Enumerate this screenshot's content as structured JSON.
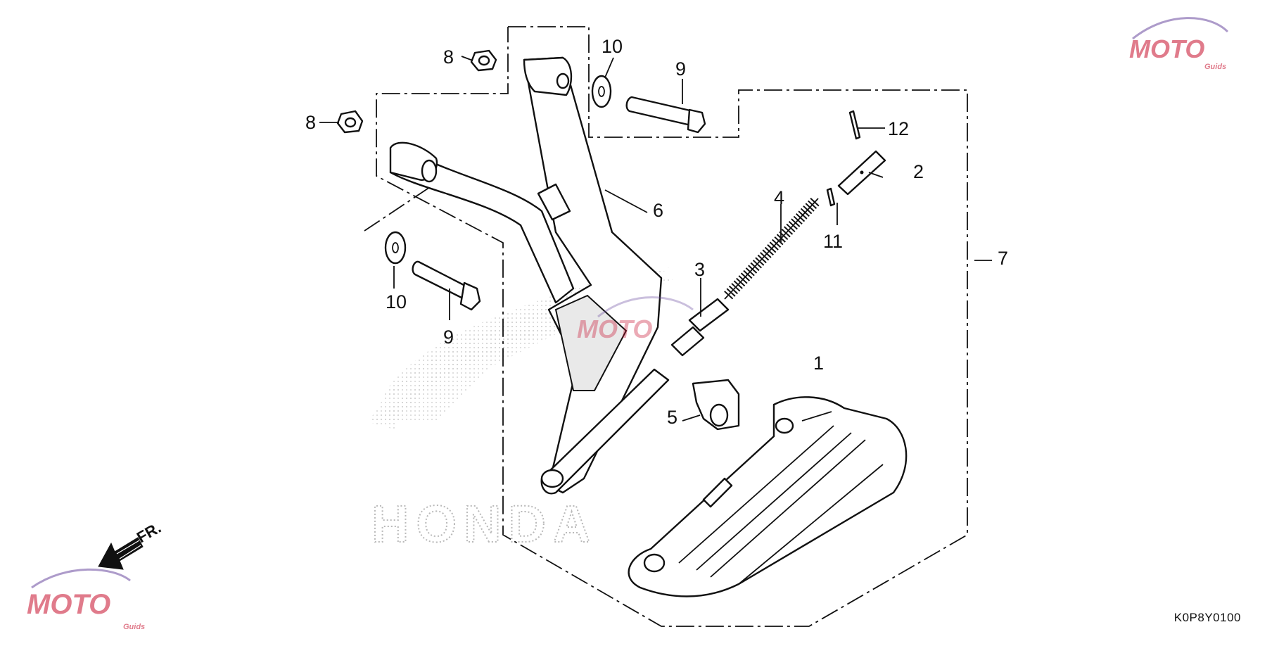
{
  "diagram_code": "K0P8Y0100",
  "front_arrow_label": "FR.",
  "brand_watermark": "HONDA",
  "logo": {
    "main": "MOTO",
    "sub": "Guids",
    "accent": "#c8102e",
    "swoosh": "#6b4aa0"
  },
  "callouts": [
    {
      "id": "1",
      "text": "1"
    },
    {
      "id": "2",
      "text": "2"
    },
    {
      "id": "3",
      "text": "3"
    },
    {
      "id": "4",
      "text": "4"
    },
    {
      "id": "5",
      "text": "5"
    },
    {
      "id": "6",
      "text": "6"
    },
    {
      "id": "7",
      "text": "7"
    },
    {
      "id": "8a",
      "text": "8"
    },
    {
      "id": "8b",
      "text": "8"
    },
    {
      "id": "9a",
      "text": "9"
    },
    {
      "id": "9b",
      "text": "9"
    },
    {
      "id": "10a",
      "text": "10"
    },
    {
      "id": "10b",
      "text": "10"
    },
    {
      "id": "11",
      "text": "11"
    },
    {
      "id": "12",
      "text": "12"
    }
  ]
}
